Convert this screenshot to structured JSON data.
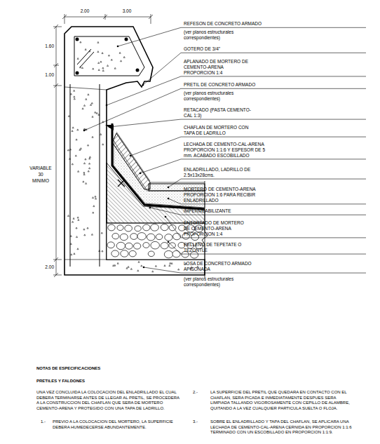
{
  "diagram": {
    "labels": [
      "2.00",
      "3.00",
      "1.60",
      "1.00",
      "VARIABLE",
      "30",
      "MINIMO",
      "2.00",
      "REFESON DE CONCRETO ARMADO",
      "(ver planos estructurales correspondientes)",
      "GOTERO DE 3/4\"",
      "APLANADO DE MORTERO DE CEMENTO-ARENA PROPORCION 1:4",
      "PRETIL DE CONCRETO ARMADO",
      "(ver planos estructurales correspondientes)",
      "RETACADO (PASTA CEMENTO-CAL 1:3)",
      "CHAFLAN DE MORTERO CON TAPA DE LADRILLO",
      "LECHADA DE CEMENTO-CAL-ARENA PROPORCION 1:1:6 Y ESPESOR DE 5 mm. ACABADO ESCOBILLADO",
      "ENLADRILLADO, LADRILLO DE 2.5x13x28cms.",
      "MORTERO DE CEMENTO-ARENA PROPORCION 1:6 PARA RECIBIR ENLADRILLADO",
      "IMPERMEABILIZANTE",
      "ENTORTADO DE MORTERO DE CEMENTO-ARENA PROPORCION 1:4",
      "RELLENO DE TEPETATE O TEZONTLE",
      "LOSA DE CONCRETO ARMADO APISONADA",
      "(ver planos estructurales correspondientes)",
      "NOTAS DE ESPECIFICACIONES",
      "PRETILES Y FALDONES",
      "UNA VEZ CONCLUIDA LA COLOCACION DEL ENLADRILLADO EL CUAL DEBERA TERMINARSE ANTES DE LLEGAR AL PRETIL, SE PROCEDERA A LA CONSTRUCCION DEL CHAFLAN QUE SERA DE MORTERO CEMENTO-ARENA Y PROTEGIDO CON UNA TAPA DE LADRILLO.",
      "1.-",
      "PREVIO A LA COLOCACION DEL MORTERO, LA SUPERFICIE DEBERA HUMEDECERSE ABUNDANTEMENTE.",
      "2.-",
      "LA SUPERFICIE DEL PRETIL QUE QUEDARA EN CONTACTO CON EL CHAFLAN, SERA PICADA E INMEDIATAMENTE DESPUES SERA LIMPIADA TALLANDO VIGOROSAMENTE CON CEPILLO DE ALAMBRE, QUITANDO A LA VEZ CUALQUIER PARTICULA SUELTA O FLOJA.",
      "3.-",
      "SOBRE EL ENLADRILLADO Y TAPA DEL CHAFLAN, SE APLICARA UNA LECHADA DE CEMENTO-CAL-ARENA CERNIDA EN PROPORCION 1:1:6 TERMINADO CON UN ESCOBILLADO EN PROPORCION 1:1:9."
    ]
  }
}
